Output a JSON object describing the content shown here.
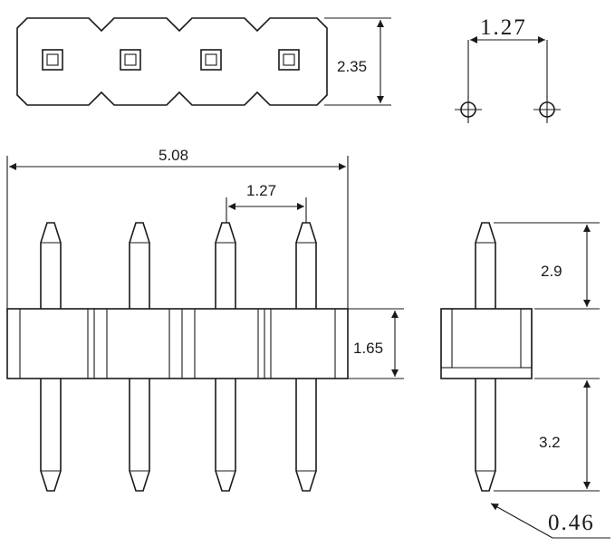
{
  "drawing": {
    "top_view": {
      "height_label": "2.35",
      "pin_count": 4
    },
    "hole_pattern": {
      "pitch_label": "1.27"
    },
    "front_view": {
      "overall_width_label": "5.08",
      "pitch_label": "1.27",
      "body_height_label": "1.65",
      "pin_count": 4
    },
    "side_view": {
      "upper_pin_label": "2.9",
      "lower_pin_label": "3.2",
      "pin_width_label": "0.46"
    },
    "line_color": "#1a1a1a",
    "background_color": "#ffffff"
  }
}
